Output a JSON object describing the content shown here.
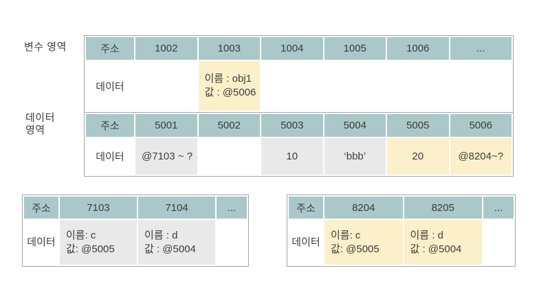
{
  "colors": {
    "header_teal": "#aac8ca",
    "highlight_yellow": "#fcf0cb",
    "cell_grey": "#e9e9e9",
    "border_grey": "#a5a5a5",
    "text": "#3c3c3c"
  },
  "labels": {
    "variable_area": "변수 영역",
    "data_area": "데이터\n영역"
  },
  "main_table": {
    "variable_section": {
      "address_label": "주소",
      "data_label": "데이터",
      "addresses": [
        "1002",
        "1003",
        "1004",
        "1005",
        "1006",
        "..."
      ],
      "data_cells": [
        "",
        "이름 : obj1\n값 : @5006",
        "",
        "",
        "",
        ""
      ]
    },
    "data_section": {
      "address_label": "주소",
      "data_label": "데이터",
      "addresses": [
        "5001",
        "5002",
        "5003",
        "5004",
        "5005",
        "5006"
      ],
      "data_cells": [
        "@7103 ~ ?",
        "",
        "10",
        "‘bbb’",
        "20",
        "@8204~?"
      ]
    }
  },
  "heap_table_7103": {
    "address_label": "주소",
    "data_label": "데이터",
    "addresses": [
      "7103",
      "7104",
      "..."
    ],
    "data_cells": [
      "이름: c\n값: @5005",
      "이름 : d\n값 : @5004",
      ""
    ]
  },
  "heap_table_8204": {
    "address_label": "주소",
    "data_label": "데이터",
    "addresses": [
      "8204",
      "8205",
      "..."
    ],
    "data_cells": [
      "이름: c\n값: @5005",
      "이름 : d\n값 : @5004",
      ""
    ]
  }
}
